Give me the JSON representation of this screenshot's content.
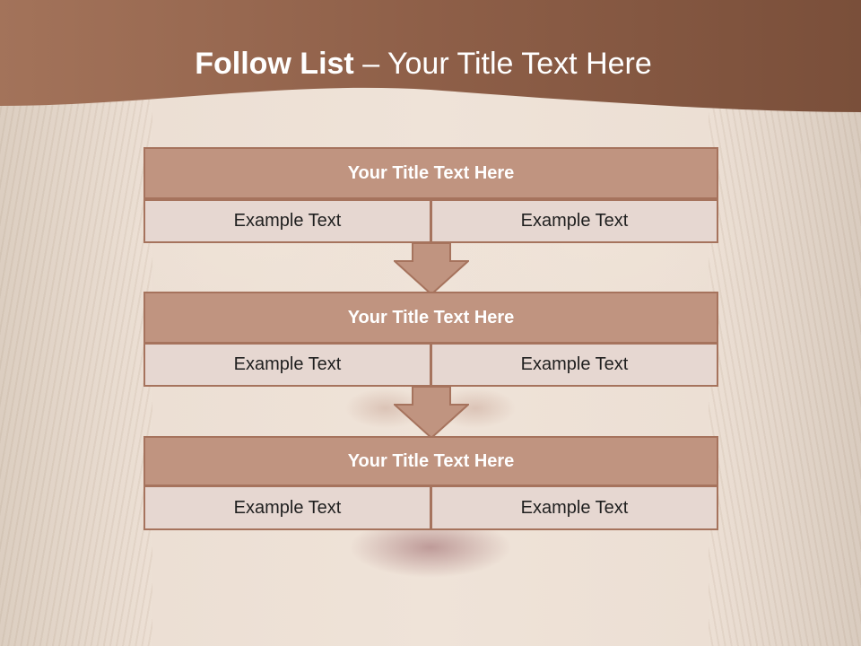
{
  "title": {
    "bold": "Follow List ",
    "rest": " – Your Title Text Here"
  },
  "colors": {
    "header_brown": "#8a5a43",
    "box_fill": "#c09480",
    "box_border": "#a6735d",
    "cell_fill": "#e6d7d1"
  },
  "blocks": [
    {
      "title": "Your Title Text Here",
      "cells": [
        "Example Text",
        "Example Text"
      ]
    },
    {
      "title": "Your Title Text Here",
      "cells": [
        "Example Text",
        "Example Text"
      ]
    },
    {
      "title": "Your Title Text Here",
      "cells": [
        "Example Text",
        "Example Text"
      ]
    }
  ],
  "connectors": [
    "down-arrow-icon",
    "down-arrow-icon"
  ]
}
